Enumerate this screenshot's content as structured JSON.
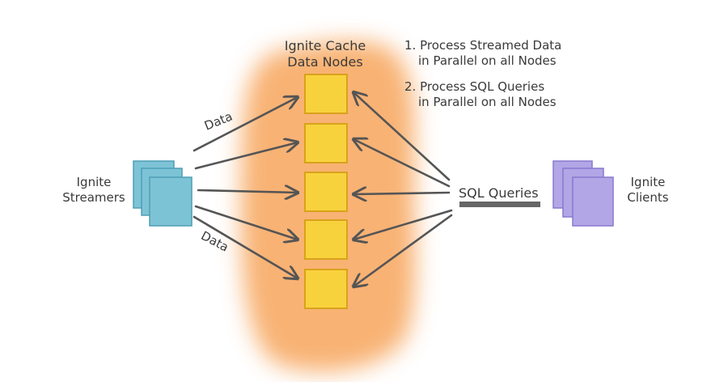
{
  "title": {
    "line1": "Ignite Cache",
    "line2": "Data Nodes"
  },
  "notes": [
    {
      "num": "1.",
      "line1": "Process Streamed Data",
      "line2": "in Parallel on all Nodes"
    },
    {
      "num": "2.",
      "line1": "Process SQL Queries",
      "line2": "in Parallel on all Nodes"
    }
  ],
  "streamers": {
    "line1": "Ignite",
    "line2": "Streamers"
  },
  "clients": {
    "line1": "Ignite",
    "line2": "Clients"
  },
  "sql_queries": "SQL Queries",
  "data_labels": [
    "Data",
    "Data"
  ],
  "colors": {
    "glow": "#f7a55b",
    "node_fill": "#f8d23d",
    "node_stroke": "#d9a21c",
    "streamer_fill": "#7dc3d6",
    "client_fill": "#b3a6e6",
    "arrow": "#555555"
  }
}
